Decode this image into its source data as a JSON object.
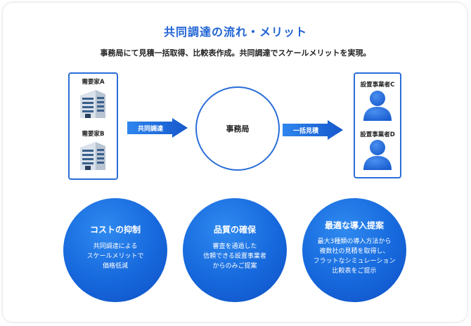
{
  "title": "共同調達の流れ・メリット",
  "subtitle": "事務局にて見積一括取得、比較表作成。共同調達でスケールメリットを実現。",
  "demand_box": {
    "items": [
      {
        "label": "需要家A",
        "icon": "office-building-icon"
      },
      {
        "label": "需要家B",
        "icon": "office-building-icon"
      }
    ]
  },
  "arrow_left": {
    "label": "共同調達"
  },
  "center": {
    "label": "事務局"
  },
  "arrow_right": {
    "label": "一括見積"
  },
  "installer_box": {
    "items": [
      {
        "label": "設置事業者C",
        "icon": "person-icon"
      },
      {
        "label": "設置事業者D",
        "icon": "person-icon"
      }
    ]
  },
  "benefits": [
    {
      "title": "コストの抑制",
      "lines": [
        "共同調達による",
        "スケールメリットで",
        "価格低減"
      ]
    },
    {
      "title": "品質の確保",
      "lines": [
        "審査を通過した",
        "信頼できる設置事業者",
        "からのみご提案"
      ]
    },
    {
      "title": "最適な導入提案",
      "lines": [
        "最大3種類の導入方法から",
        "複数社の見積を取得し、",
        "フラットなシミュレーション",
        "比較表をご提示"
      ]
    }
  ],
  "colors": {
    "accent": "#1f63d4",
    "border": "#2a6ed8",
    "circle": "#1668dc",
    "person": "#2a6ed8"
  }
}
